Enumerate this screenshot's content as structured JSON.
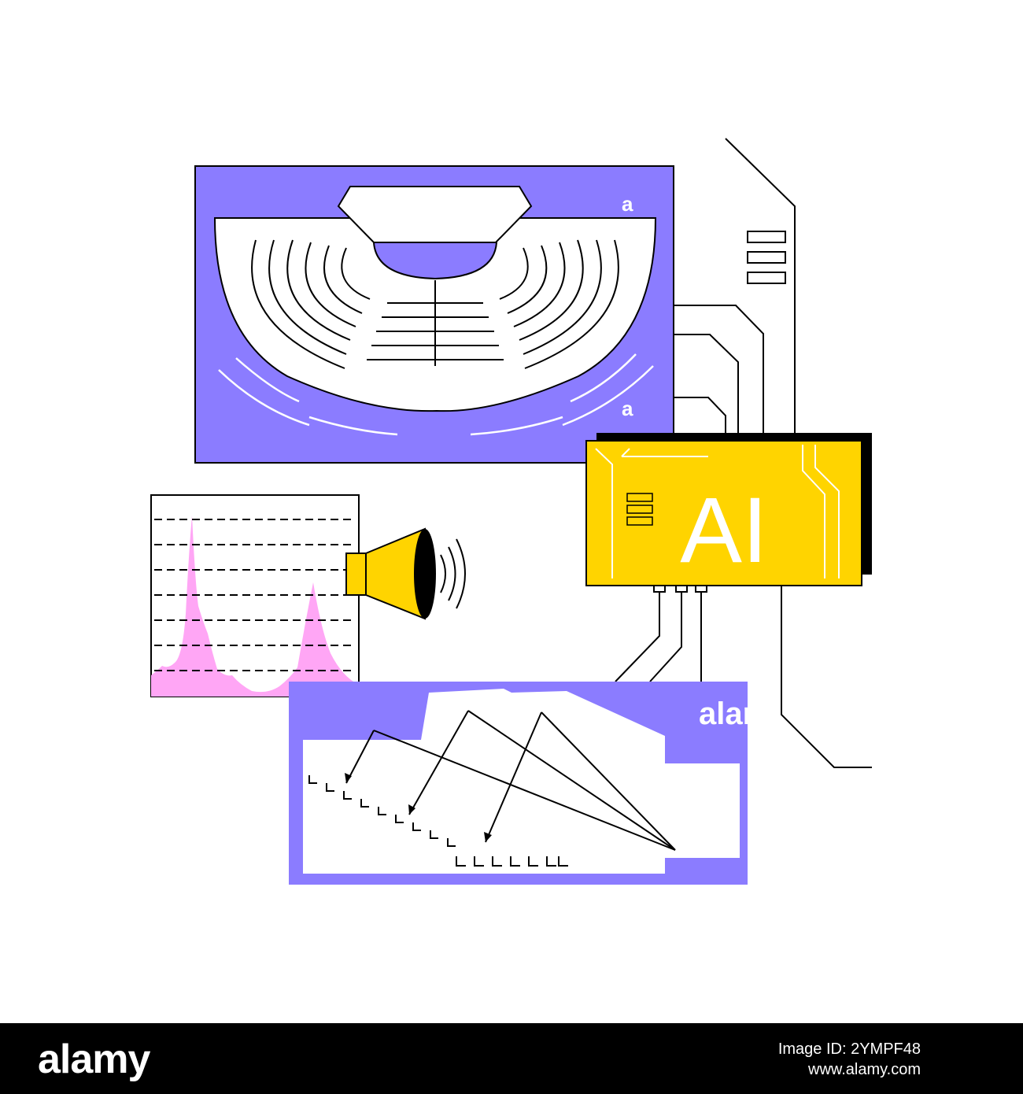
{
  "illustration": {
    "ai_label": "AI",
    "watermark_fragments": [
      "a",
      "a",
      "alar"
    ],
    "colors": {
      "violet": "#8b7cff",
      "yellow": "#ffd400",
      "pink": "#ffa6f5",
      "ink": "#000000",
      "paper": "#ffffff"
    },
    "icons": [
      "amphitheater-icon",
      "ai-chip-icon",
      "loudspeaker-icon",
      "frequency-spectrum-icon",
      "sound-reflection-diagram-icon",
      "circuit-lines-icon"
    ]
  },
  "footer": {
    "logo": "alamy",
    "image_id_label": "Image ID: 2YMPF48",
    "site": "www.alamy.com"
  }
}
